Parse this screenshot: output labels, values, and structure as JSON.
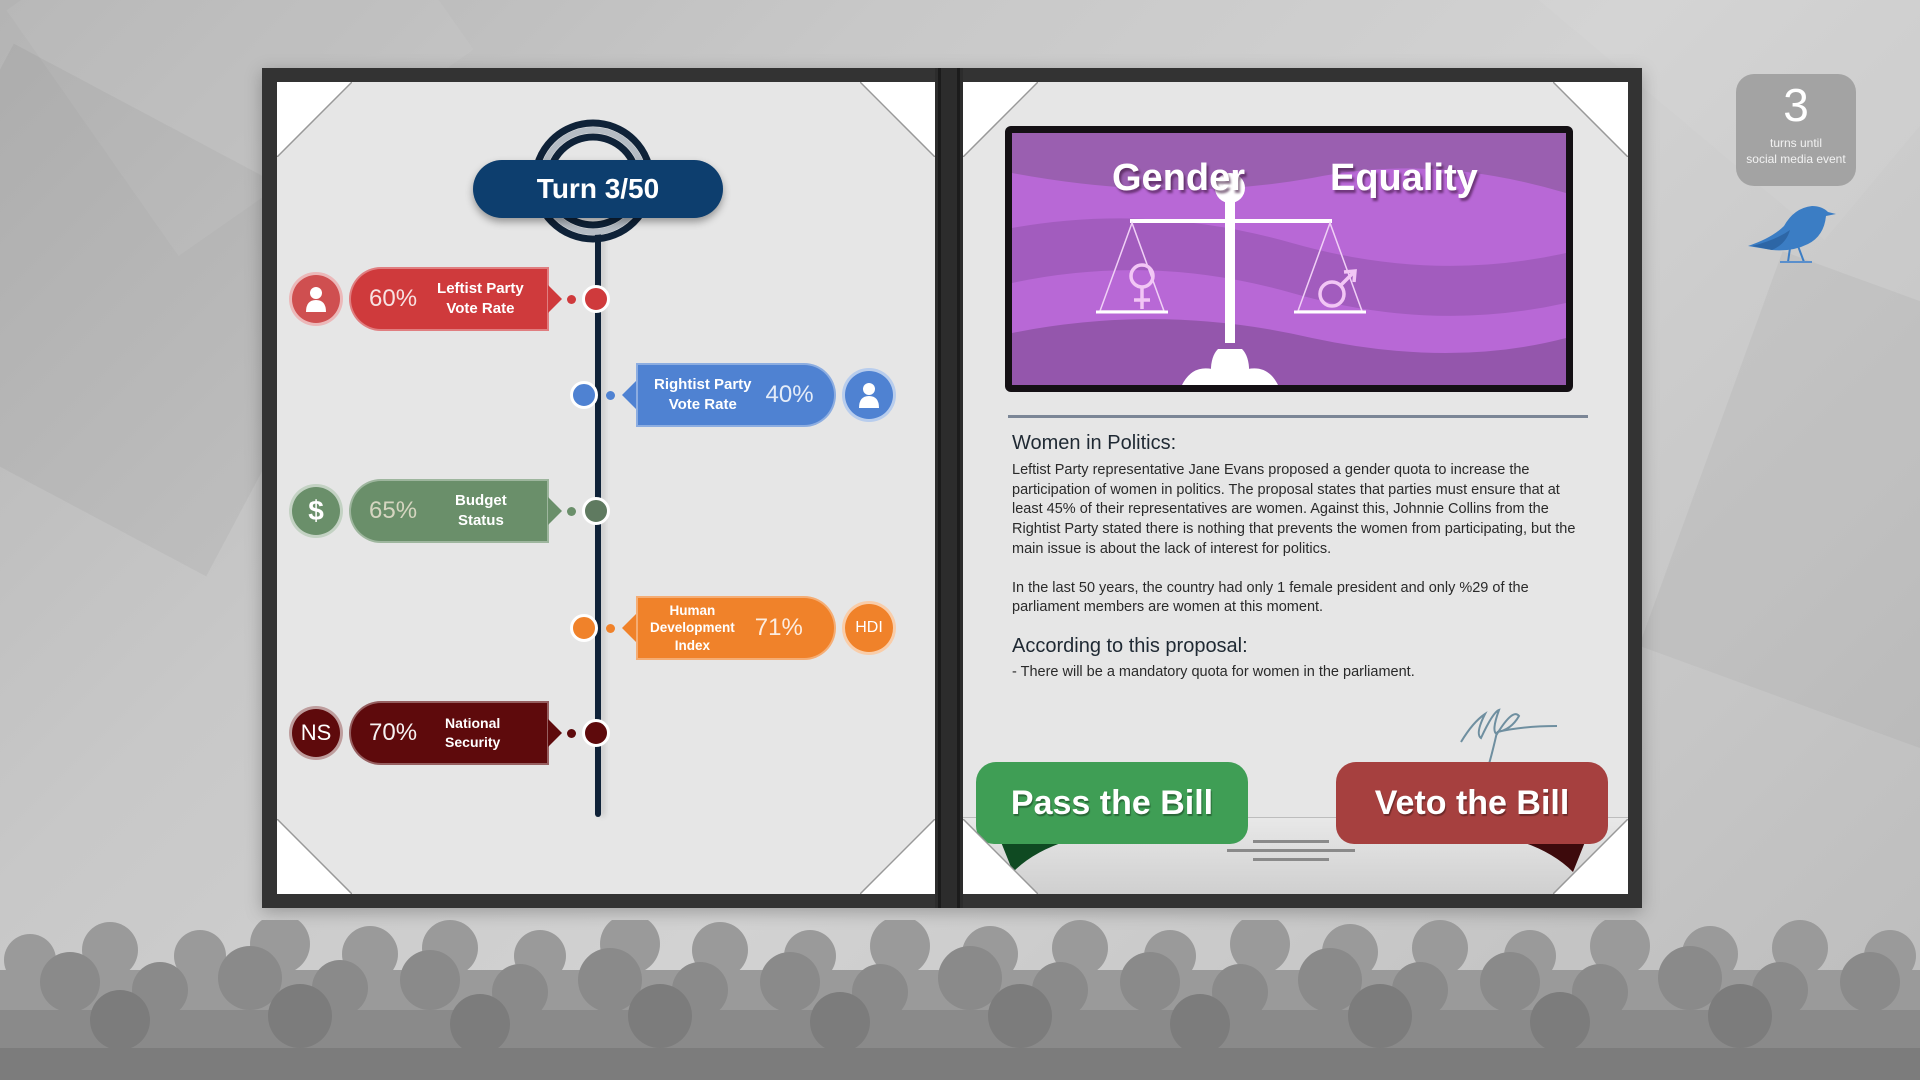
{
  "turn": {
    "label": "Turn 3/50",
    "current": 3,
    "total": 50
  },
  "stats": [
    {
      "id": "leftist",
      "value": "60%",
      "label_line1": "Leftist Party",
      "label_line2": "Vote Rate",
      "icon": "person-icon",
      "icon_text": "",
      "color": "#cf3a3c",
      "side": "left"
    },
    {
      "id": "rightist",
      "value": "40%",
      "label_line1": "Rightist Party",
      "label_line2": "Vote Rate",
      "icon": "person-icon",
      "icon_text": "",
      "color": "#4f82d2",
      "side": "right"
    },
    {
      "id": "budget",
      "value": "65%",
      "label_line1": "Budget",
      "label_line2": "Status",
      "icon": "dollar-icon",
      "icon_text": "$",
      "color": "#6a8f6a",
      "side": "left"
    },
    {
      "id": "hdi",
      "value": "71%",
      "label_line1": "Human",
      "label_line2": "Development",
      "label_line3": "Index",
      "icon": "hdi-icon",
      "icon_text": "HDI",
      "color": "#f0822a",
      "side": "right"
    },
    {
      "id": "security",
      "value": "70%",
      "label_line1": "National",
      "label_line2": "Security",
      "icon": "ns-icon",
      "icon_text": "NS",
      "color": "#5e0a0c",
      "side": "left"
    }
  ],
  "bill": {
    "banner_word1": "Gender",
    "banner_word2": "Equality",
    "title": "Women in Politics:",
    "paragraph1": "Leftist Party representative Jane Evans proposed a gender quota to increase the participation of women in politics. The proposal states that parties must ensure that at least 45% of their representatives are women. Against this, Johnnie Collins from the Rightist Party stated there is nothing that prevents the women from participating, but the main issue is about the lack of interest for politics.",
    "paragraph2": "In the last 50 years, the country had only 1 female president and only %29 of the parliament members are women at this moment.",
    "proposal_heading": "According to this proposal:",
    "proposal_items": [
      "There will be a mandatory quota for women in the parliament."
    ]
  },
  "actions": {
    "pass_label": "Pass the Bill",
    "veto_label": "Veto the Bill"
  },
  "social_event": {
    "turns": "3",
    "line1": "turns until",
    "line2": "social media event"
  },
  "colors": {
    "frame": "#333333",
    "page": "#e6e6e6",
    "turn_badge": "#0d3e6e",
    "banner_purple": "#b264d0",
    "pass_green": "#3f9e55",
    "veto_red": "#a6403f",
    "bird_blue": "#3b7dc4"
  }
}
